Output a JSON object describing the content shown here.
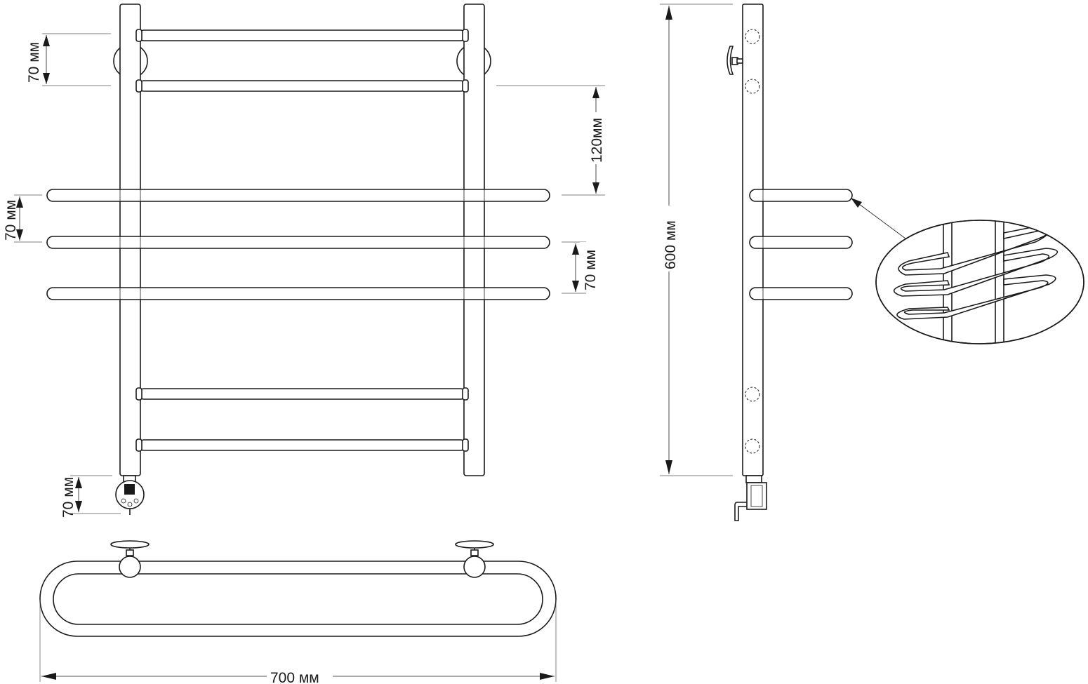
{
  "dimensions": {
    "top_spacing_left": "70 мм",
    "upper_to_shelf": "120мм",
    "shelf_spacing_left": "70 мм",
    "shelf_spacing_right": "70 мм",
    "connector_offset": "70 мм",
    "total_height": "600 мм",
    "total_width": "700 мм"
  }
}
